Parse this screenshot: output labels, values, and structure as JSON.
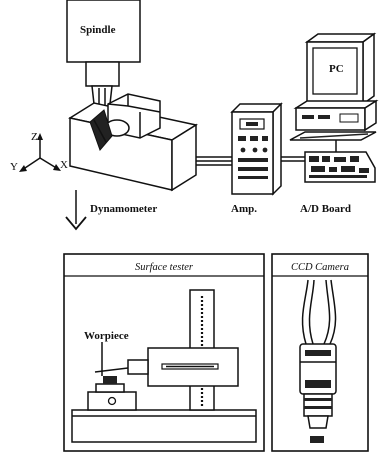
{
  "labels": {
    "spindle": "Spindle",
    "pc": "PC",
    "dynamometer": "Dynamometer",
    "amp": "Amp.",
    "ad_board": "A/D Board",
    "surface_tester": "Surface tester",
    "ccd_camera": "CCD Camera",
    "workpiece": "Worpiece",
    "axis_x": "X",
    "axis_y": "Y",
    "axis_z": "Z"
  }
}
